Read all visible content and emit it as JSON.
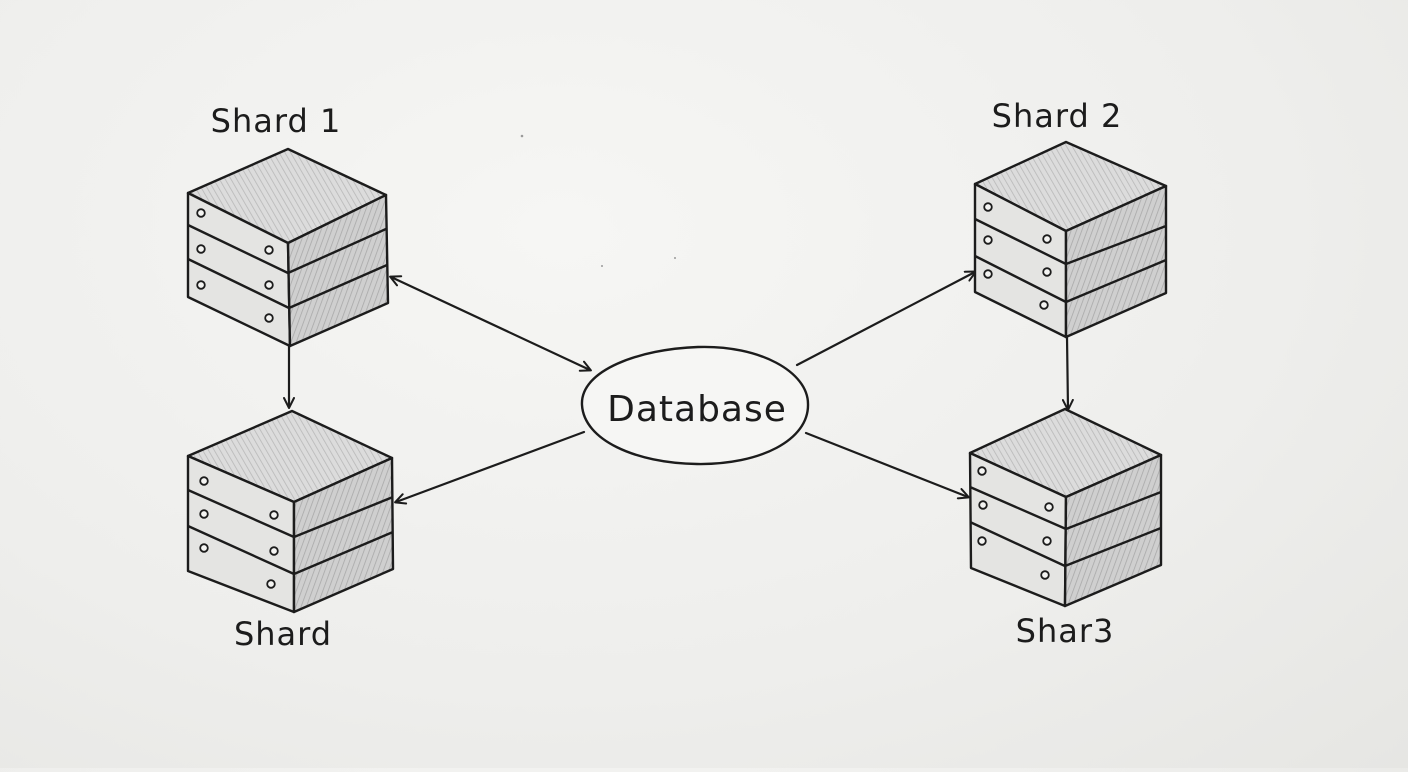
{
  "diagram": {
    "center_node": {
      "label": "Database"
    },
    "nodes": [
      {
        "id": "shard1",
        "label": "Shard 1"
      },
      {
        "id": "shard2",
        "label": "Shard 2"
      },
      {
        "id": "shard_bl",
        "label": "Shard"
      },
      {
        "id": "shard3",
        "label": "Shar3"
      }
    ],
    "edges": [
      {
        "from": "shard1",
        "to": "database",
        "direction": "both"
      },
      {
        "from": "database",
        "to": "shard2",
        "direction": "forward"
      },
      {
        "from": "database",
        "to": "shard_bl",
        "direction": "forward"
      },
      {
        "from": "database",
        "to": "shard3",
        "direction": "forward"
      },
      {
        "from": "shard1",
        "to": "shard_bl",
        "direction": "forward"
      },
      {
        "from": "shard2",
        "to": "shard3",
        "direction": "forward"
      }
    ],
    "colors": {
      "ink": "#1c1c1c",
      "fill": "#d6d6d6",
      "paper": "#f2f2f0"
    }
  }
}
